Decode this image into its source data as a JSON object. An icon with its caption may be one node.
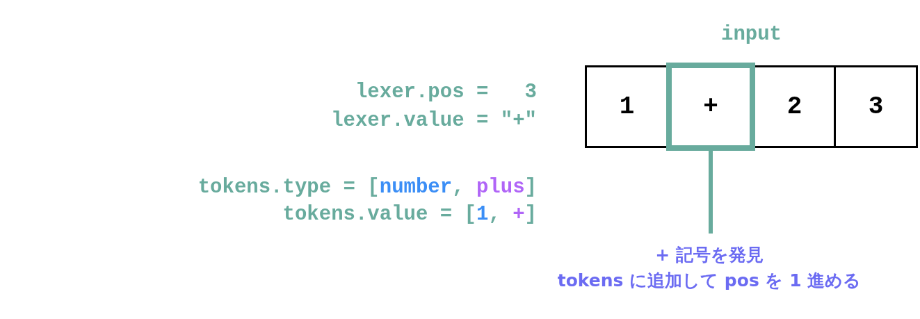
{
  "diagram": {
    "nodes": [
      {
        "text": [
          "input"
        ]
      },
      {
        "text": [
          "1"
        ],
        "in": 0
      },
      {
        "text": [
          "+"
        ],
        "in": 0
      },
      {
        "text": [
          "2"
        ],
        "in": 0
      },
      {
        "text": [
          "3"
        ],
        "in": 0
      },
      {
        "text": [
          "+ 記号を発見",
          "tokens に追加して pos を 1 進める"
        ]
      }
    ],
    "edges": [
      {
        "from": 5,
        "to": 2,
        "arrow": "none"
      }
    ],
    "labels": [
      "lexer.pos =   3",
      "lexer.value = \"+\"",
      "tokens.type = [number, plus]",
      "tokens.value = [1, +]"
    ]
  }
}
